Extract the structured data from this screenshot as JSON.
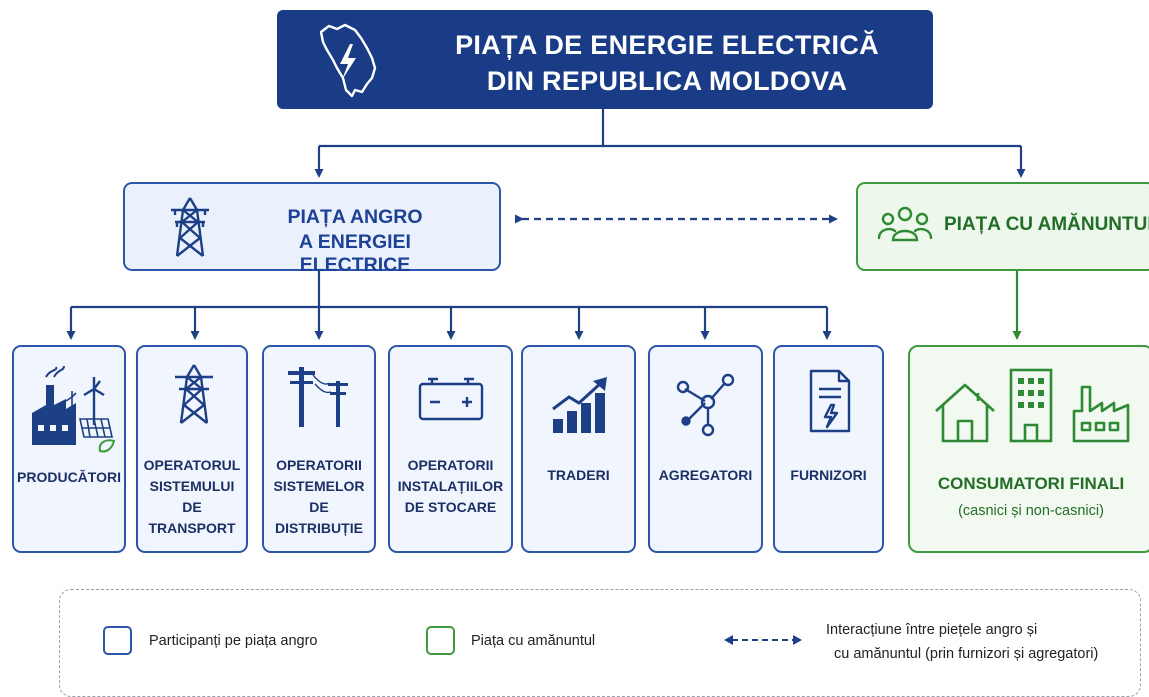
{
  "title": {
    "line1": "PIAȚA DE ENERGIE ELECTRICĂ",
    "line2": "DIN REPUBLICA MOLDOVA",
    "icon": "moldova-map-lightning-icon"
  },
  "wholesale": {
    "line1": "PIAȚA ANGRO",
    "line2": "A ENERGIEI ELECTRICE",
    "icon": "power-tower-icon"
  },
  "retail": {
    "label": "PIAȚA CU AMĂNUNTUL",
    "icon": "people-group-icon"
  },
  "participants": [
    {
      "lines": [
        "PRODUCĂTORI"
      ],
      "icon": "factory-wind-solar-icon"
    },
    {
      "lines": [
        "OPERATORUL",
        "SISTEMULUI",
        "DE TRANSPORT"
      ],
      "icon": "power-tower-icon"
    },
    {
      "lines": [
        "OPERATORII",
        "SISTEMELOR",
        "DE DISTRIBUȚIE"
      ],
      "icon": "utility-poles-icon"
    },
    {
      "lines": [
        "OPERATORII",
        "INSTALAȚIILOR",
        "DE STOCARE"
      ],
      "icon": "battery-icon"
    },
    {
      "lines": [
        "TRADERI"
      ],
      "icon": "bar-chart-trend-icon"
    },
    {
      "lines": [
        "AGREGATORI"
      ],
      "icon": "network-nodes-icon"
    },
    {
      "lines": [
        "FURNIZORI"
      ],
      "icon": "invoice-lightning-icon"
    }
  ],
  "consumers": {
    "title": "CONSUMATORI FINALI",
    "subtitle": "(casnici și non-casnici)",
    "icons": [
      "house-icon",
      "office-building-icon",
      "factory-icon"
    ]
  },
  "legend": {
    "wholesale_label": "Participanți pe piața angro",
    "retail_label": "Piața cu amănuntul",
    "interaction_line1": "Interacțiune între piețele angro și",
    "interaction_line2": "cu amănuntul (prin furnizori și agregatori)"
  },
  "colors": {
    "navy": "#1a3c86",
    "blue": "#2d56a9",
    "blue_fill": "#eaf1fd",
    "green": "#3e9a3e",
    "green_fill": "#eef7ec"
  }
}
